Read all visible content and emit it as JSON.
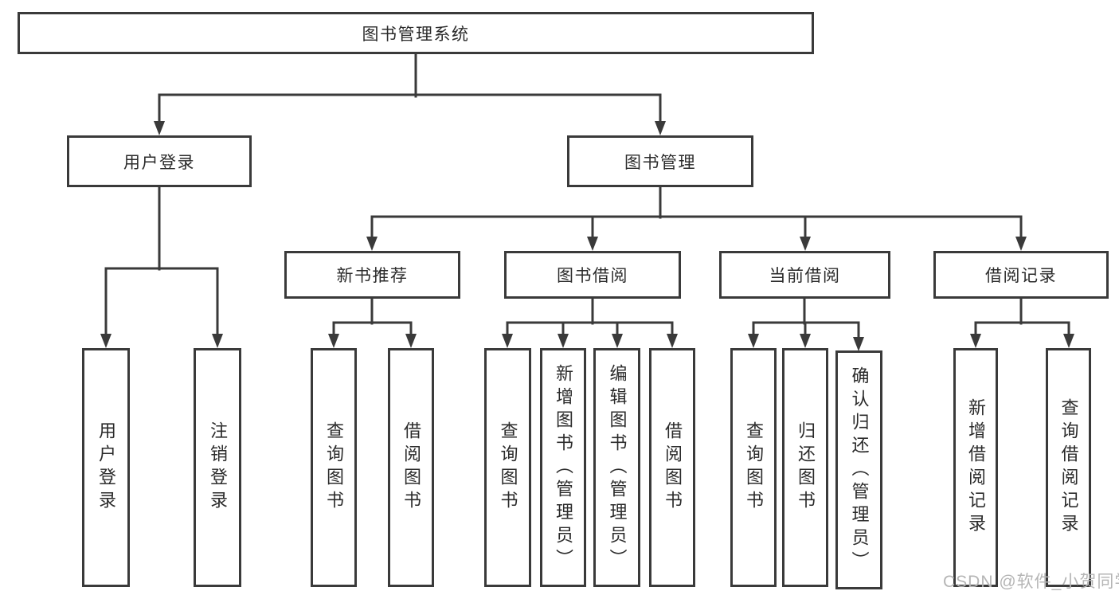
{
  "colors": {
    "background": "#ffffff",
    "line": "#3a3a3a",
    "box_border": "#3a3a3a",
    "text": "#2b2b2b",
    "watermark": "#b5b5b5"
  },
  "icons": {
    "arrowhead": "solid down-pointing triangle"
  },
  "tree": {
    "root": "图书管理系统",
    "level2": [
      "用户登录",
      "图书管理"
    ],
    "user_login_children": [
      "用户登录",
      "注销登录"
    ],
    "book_management_children": [
      "新书推荐",
      "图书借阅",
      "当前借阅",
      "借阅记录"
    ],
    "new_book_recommend_children": [
      "查询图书",
      "借阅图书"
    ],
    "book_borrow_children": [
      "查询图书",
      "新增图书（管理员）",
      "编辑图书（管理员）",
      "借阅图书"
    ],
    "current_borrow_children": [
      "查询图书",
      "归还图书",
      "确认归还（管理员）"
    ],
    "borrow_record_children": [
      "新增借阅记录",
      "查询借阅记录"
    ]
  },
  "watermark": "CSDN @软件_小贺同学"
}
